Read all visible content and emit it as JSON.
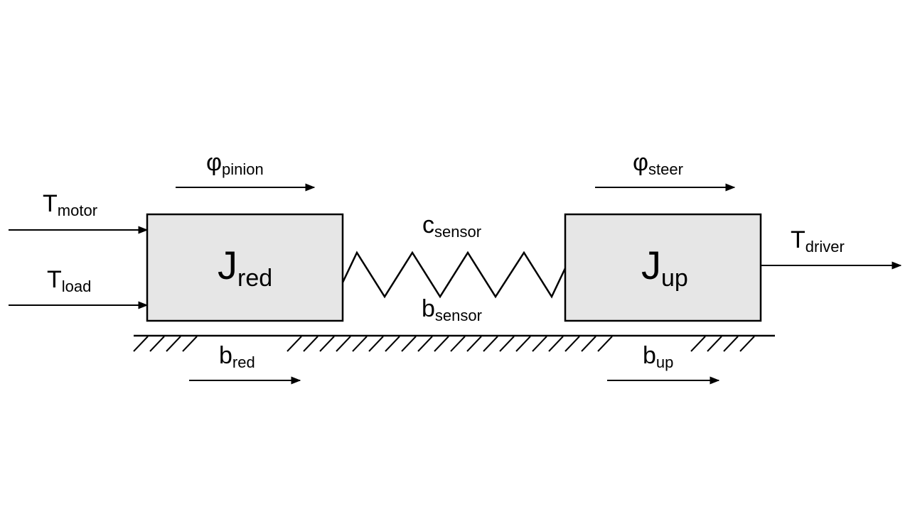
{
  "colors": {
    "stroke": "#000000",
    "mass_fill": "#e6e6e6",
    "background": "#ffffff"
  },
  "masses": [
    {
      "id": "red",
      "symbol": "J",
      "sub": "red"
    },
    {
      "id": "up",
      "symbol": "J",
      "sub": "up"
    }
  ],
  "labels": {
    "t_motor": {
      "symbol": "T",
      "sub": "motor"
    },
    "t_load": {
      "symbol": "T",
      "sub": "load"
    },
    "t_driver": {
      "symbol": "T",
      "sub": "driver"
    },
    "phi_pinion": {
      "symbol": "φ",
      "sub": "pinion"
    },
    "phi_steer": {
      "symbol": "φ",
      "sub": "steer"
    },
    "c_sensor": {
      "symbol": "c",
      "sub": "sensor"
    },
    "b_sensor": {
      "symbol": "b",
      "sub": "sensor"
    },
    "b_red": {
      "symbol": "b",
      "sub": "red"
    },
    "b_up": {
      "symbol": "b",
      "sub": "up"
    }
  }
}
